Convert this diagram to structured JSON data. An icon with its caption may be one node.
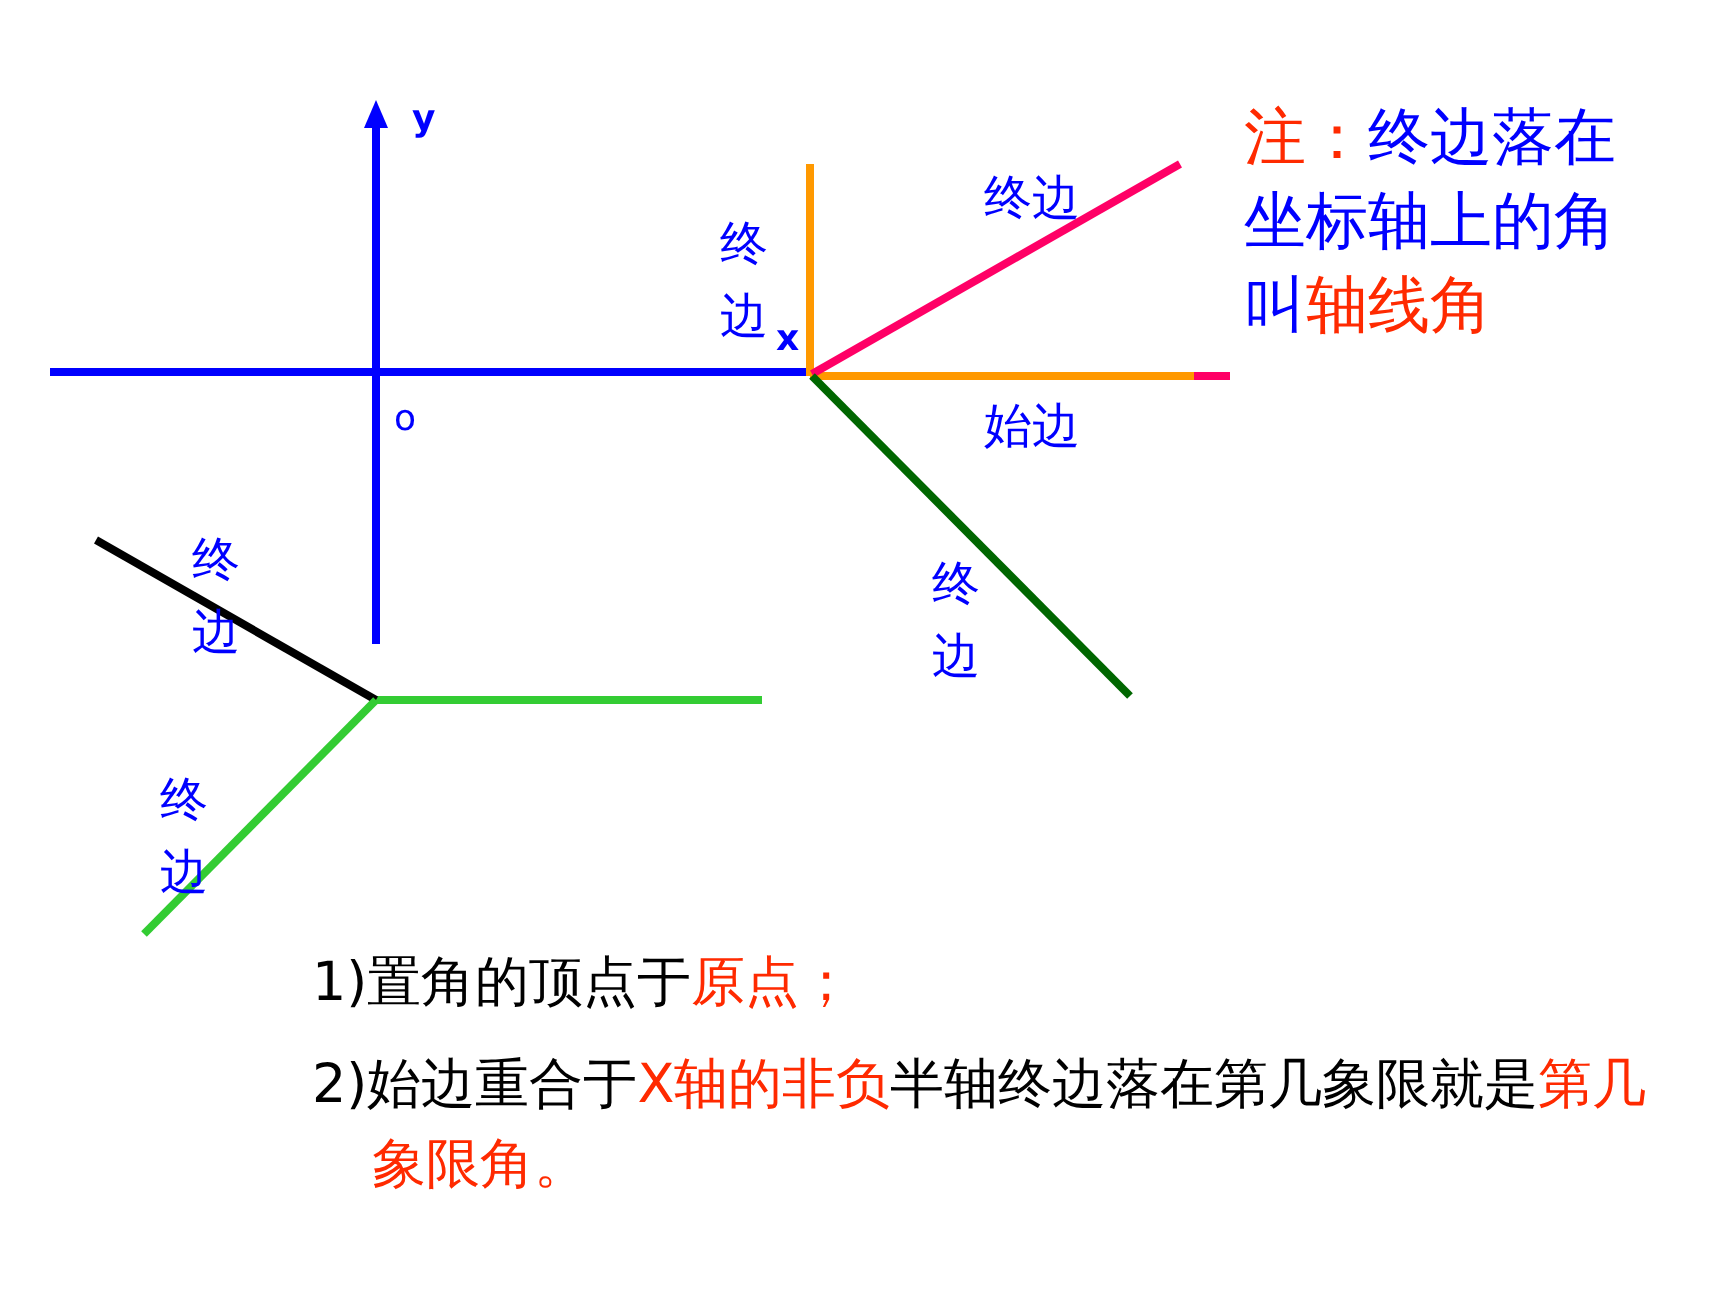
{
  "diagram": {
    "labels": [
      "y",
      "**注：**终边落在坐标轴上的角叫**轴线角**",
      "终边",
      "终边",
      "x",
      "o",
      "始边",
      "终边",
      "终边",
      "终边",
      "1)置角的顶点于**原点；**",
      "2)始边重合于**X轴的非负**半轴终边落在第几象限就是**第几象限角。**"
    ]
  }
}
